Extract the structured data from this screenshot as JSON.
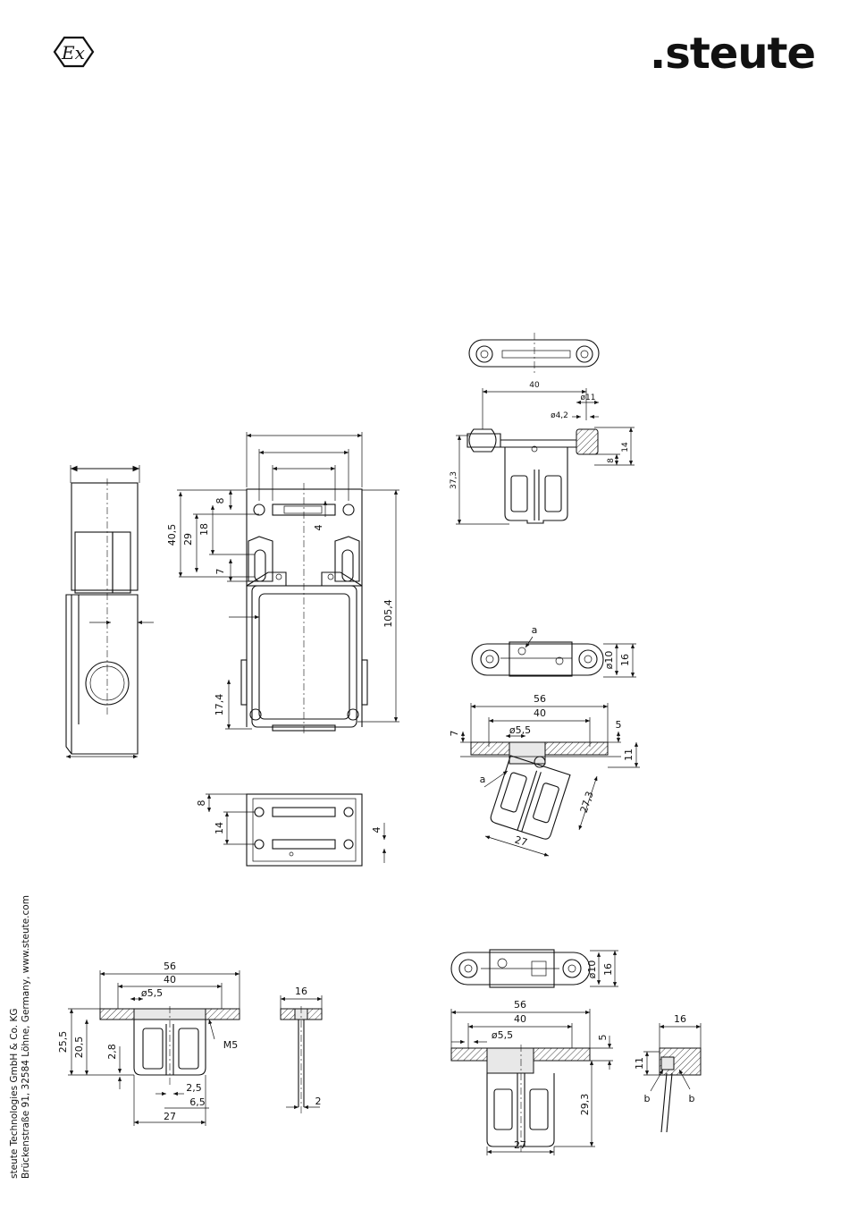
{
  "brand": {
    "logo_text": ".steute",
    "ex_mark": "Ex"
  },
  "footer": {
    "line1": "steute Technologies GmbH & Co. KG",
    "line2": "Brückenstraße 91, 32584 Löhne, Germany, www.steute.com"
  },
  "dims": {
    "d40_top": "40",
    "d11_dia": "ø11",
    "d42_dia": "ø4,2",
    "d14_top": "14",
    "d8_top": "8",
    "d373": "37,3",
    "d8_main": "8",
    "d405": "40,5",
    "d29": "29",
    "d18": "18",
    "d7_main": "7",
    "d4_main": "4",
    "d1054": "105,4",
    "d174": "17,4",
    "d8_mid": "8",
    "d14_mid": "14",
    "d4_mid": "4",
    "a_top": "a",
    "d10_dia_mid": "ø10",
    "d16_mid": "16",
    "d56_mid": "56",
    "d40_mid": "40",
    "d55_mid": "ø5,5",
    "d7_right": "7",
    "d5_right": "5",
    "d11_right": "11",
    "a_left": "a",
    "d273": "27,3",
    "d27_right": "27",
    "d56_bl": "56",
    "d40_bl": "40",
    "d55_bl": "ø5,5",
    "d255": "25,5",
    "d205": "20,5",
    "d28": "2,8",
    "m5": "M5",
    "d25": "2,5",
    "d65": "6,5",
    "d27_bl": "27",
    "d16_bm": "16",
    "d2_bm": "2",
    "d10_dia_br": "ø10",
    "d16_br": "16",
    "d56_br": "56",
    "d40_br": "40",
    "d55_br": "ø5,5",
    "d5_br": "5",
    "d293": "29,3",
    "d27_br": "27",
    "d16_far": "16",
    "d11_far": "11",
    "b1": "b",
    "b2": "b"
  }
}
